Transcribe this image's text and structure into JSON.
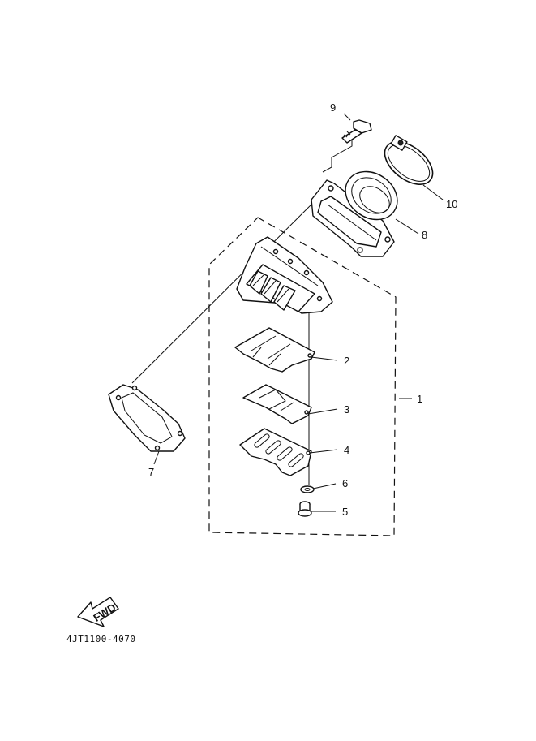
{
  "diagram": {
    "callouts": [
      "1",
      "2",
      "3",
      "4",
      "5",
      "6",
      "7",
      "8",
      "9",
      "10"
    ],
    "drawing_code": "4JT1100-4070",
    "direction_arrow": {
      "text": "FWD",
      "icon": "fwd-arrow-icon"
    },
    "colors": {
      "ink": "#111111",
      "paper": "#ffffff"
    }
  }
}
